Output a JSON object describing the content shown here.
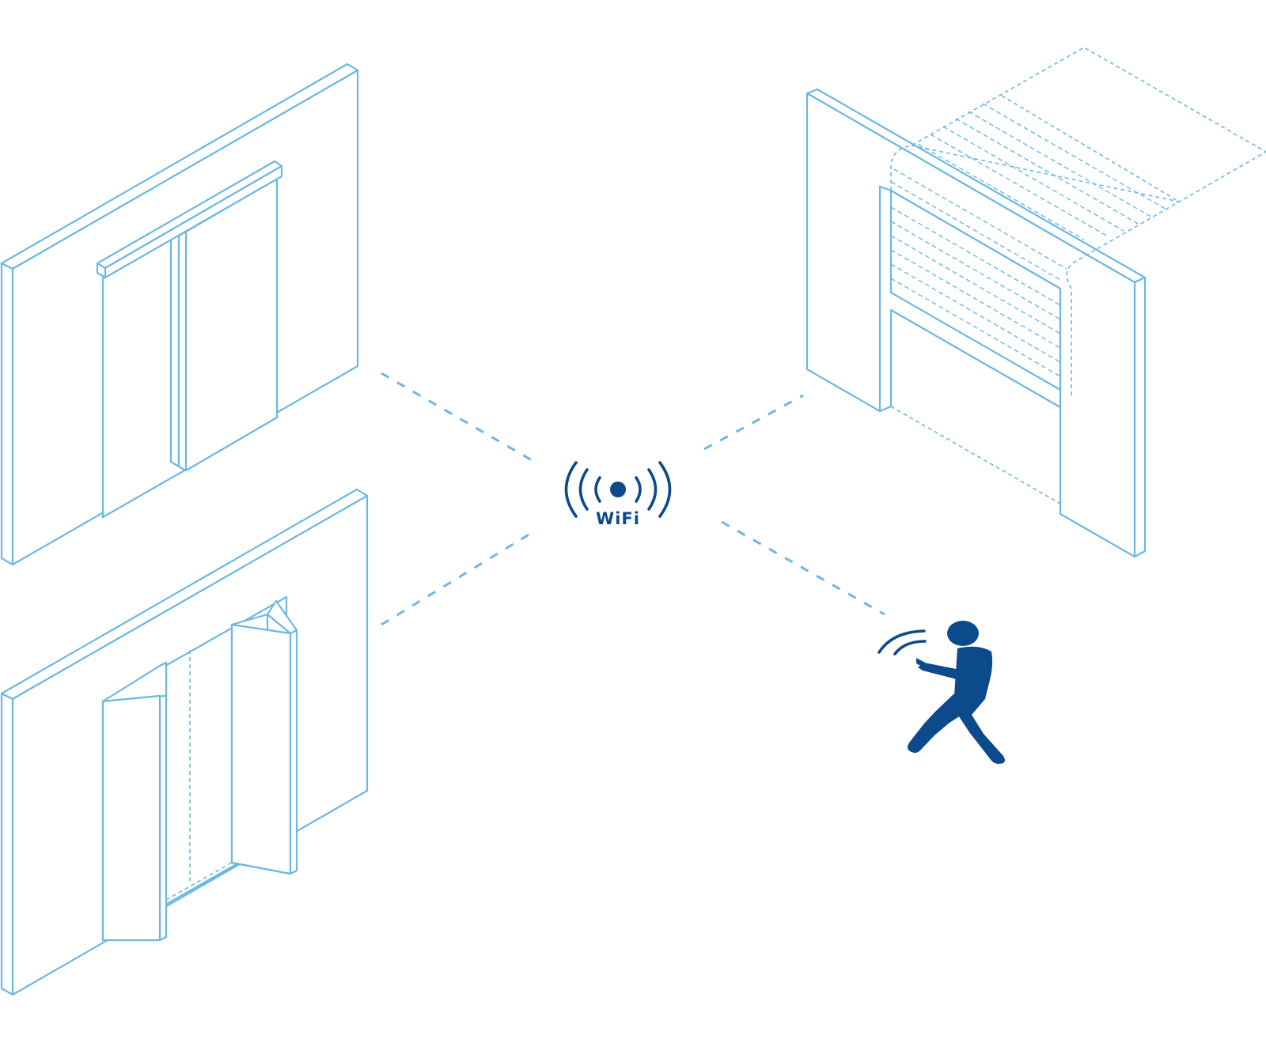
{
  "wifi": {
    "label": "WiFi",
    "icon": "wifi-broadcast-icon"
  },
  "devices": [
    {
      "name": "sliding-door",
      "icon": "sliding-door-icon"
    },
    {
      "name": "folding-door",
      "icon": "folding-door-icon"
    },
    {
      "name": "roller-shutter-door",
      "icon": "roller-shutter-icon"
    },
    {
      "name": "person-with-remote",
      "icon": "person-remote-icon"
    }
  ],
  "colors": {
    "line_art": "#6cb8e3",
    "accent": "#0c4a8c",
    "background": "#ffffff"
  }
}
